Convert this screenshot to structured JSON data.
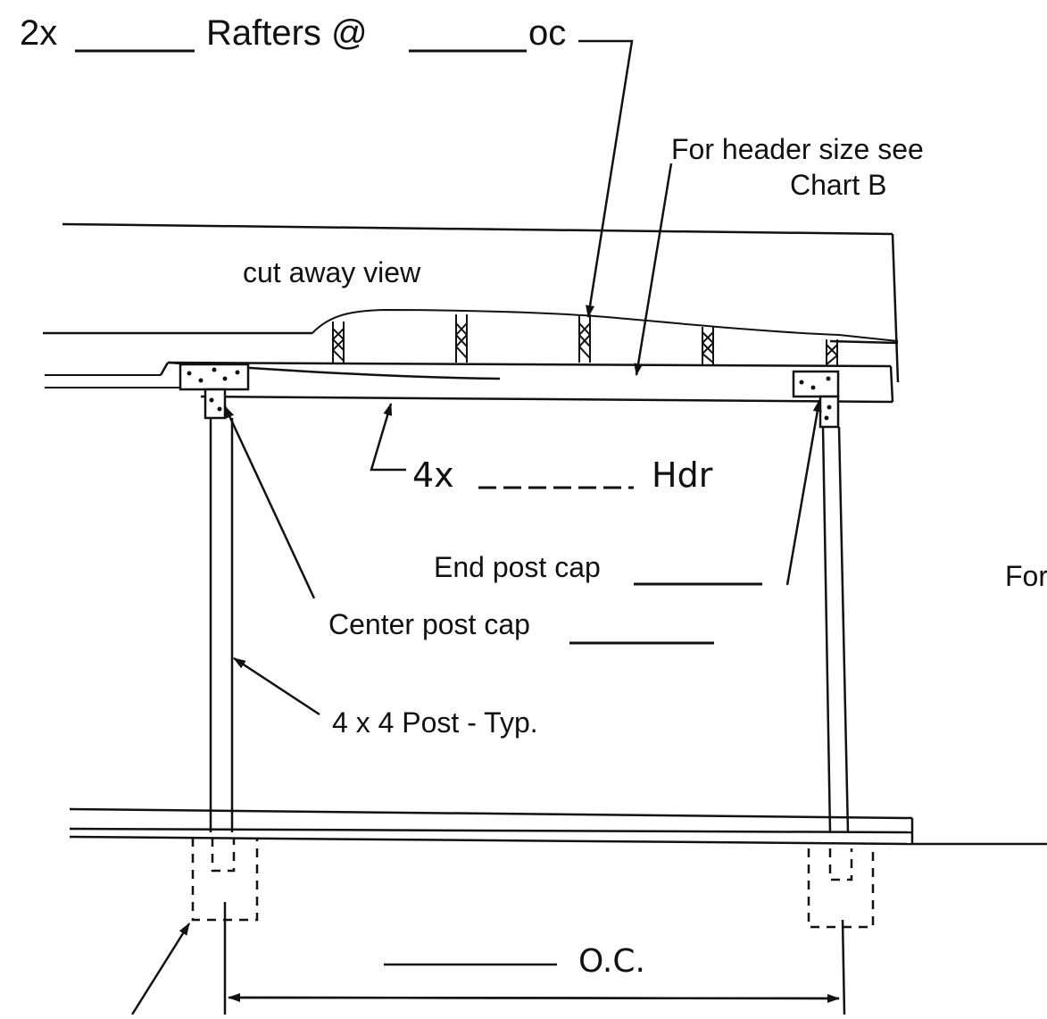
{
  "labels": {
    "rafters_prefix": "2x",
    "rafters_blank_1": "_____",
    "rafters_mid": "Rafters @",
    "rafters_blank_2": "_____",
    "rafters_suffix": "oc",
    "header_note_line1": "For header size see",
    "header_note_line2": "Chart B",
    "cutaway": "cut away view",
    "hdr_prefix": "4x",
    "hdr_blank": "______",
    "hdr_suffix": "Hdr",
    "end_post_cap": "End post cap",
    "center_post_cap": "Center post cap",
    "post": "4 x 4 Post - Typ.",
    "spacing": "O.C.",
    "right_edge_fragment": "For"
  },
  "colors": {
    "ink": "#111111",
    "paper": "#ffffff"
  }
}
